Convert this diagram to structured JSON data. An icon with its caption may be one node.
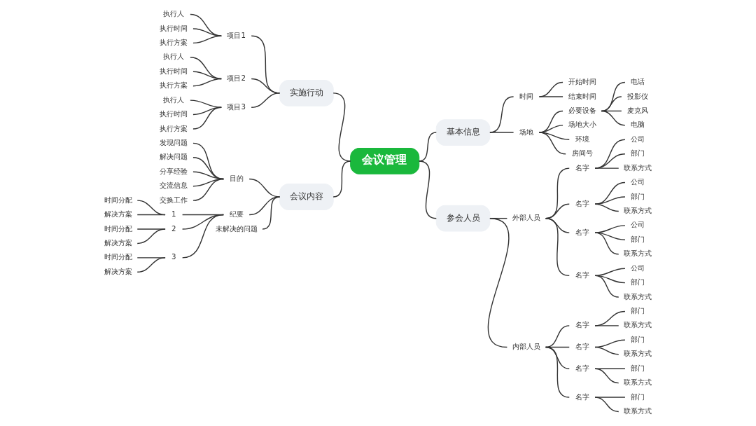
{
  "diagram": {
    "nodes": [
      {
        "text": [
          "会议管理"
        ]
      },
      {
        "text": [
          "实施行动"
        ]
      },
      {
        "text": [
          "项目1"
        ]
      },
      {
        "text": [
          "执行人"
        ]
      },
      {
        "text": [
          "执行时间"
        ]
      },
      {
        "text": [
          "执行方案"
        ]
      },
      {
        "text": [
          "项目2"
        ]
      },
      {
        "text": [
          "执行人"
        ]
      },
      {
        "text": [
          "执行时间"
        ]
      },
      {
        "text": [
          "执行方案"
        ]
      },
      {
        "text": [
          "项目3"
        ]
      },
      {
        "text": [
          "执行人"
        ]
      },
      {
        "text": [
          "执行时间"
        ]
      },
      {
        "text": [
          "执行方案"
        ]
      },
      {
        "text": [
          "会议内容"
        ]
      },
      {
        "text": [
          "目的"
        ]
      },
      {
        "text": [
          "发现问题"
        ]
      },
      {
        "text": [
          "解决问题"
        ]
      },
      {
        "text": [
          "分享经验"
        ]
      },
      {
        "text": [
          "交流信息"
        ]
      },
      {
        "text": [
          "交换工作"
        ]
      },
      {
        "text": [
          "纪要"
        ]
      },
      {
        "text": [
          "1"
        ]
      },
      {
        "text": [
          "时间分配"
        ]
      },
      {
        "text": [
          "解决方案"
        ]
      },
      {
        "text": [
          "2"
        ]
      },
      {
        "text": [
          "时间分配"
        ]
      },
      {
        "text": [
          "解决方案"
        ]
      },
      {
        "text": [
          "3"
        ]
      },
      {
        "text": [
          "时间分配"
        ]
      },
      {
        "text": [
          "解决方案"
        ]
      },
      {
        "text": [
          "未解决的问题"
        ]
      },
      {
        "text": [
          "基本信息"
        ]
      },
      {
        "text": [
          "时间"
        ]
      },
      {
        "text": [
          "开始时间"
        ]
      },
      {
        "text": [
          "结束时间"
        ]
      },
      {
        "text": [
          "场地"
        ]
      },
      {
        "text": [
          "必要设备"
        ]
      },
      {
        "text": [
          "电话"
        ]
      },
      {
        "text": [
          "投影仪"
        ]
      },
      {
        "text": [
          "麦克风"
        ]
      },
      {
        "text": [
          "电脑"
        ]
      },
      {
        "text": [
          "场地大小"
        ]
      },
      {
        "text": [
          "环境"
        ]
      },
      {
        "text": [
          "房间号"
        ]
      },
      {
        "text": [
          "参会人员"
        ]
      },
      {
        "text": [
          "外部人员"
        ]
      },
      {
        "text": [
          "名字"
        ]
      },
      {
        "text": [
          "公司"
        ]
      },
      {
        "text": [
          "部门"
        ]
      },
      {
        "text": [
          "联系方式"
        ]
      },
      {
        "text": [
          "名字"
        ]
      },
      {
        "text": [
          "公司"
        ]
      },
      {
        "text": [
          "部门"
        ]
      },
      {
        "text": [
          "联系方式"
        ]
      },
      {
        "text": [
          "名字"
        ]
      },
      {
        "text": [
          "公司"
        ]
      },
      {
        "text": [
          "部门"
        ]
      },
      {
        "text": [
          "联系方式"
        ]
      },
      {
        "text": [
          "名字"
        ]
      },
      {
        "text": [
          "公司"
        ]
      },
      {
        "text": [
          "部门"
        ]
      },
      {
        "text": [
          "联系方式"
        ]
      },
      {
        "text": [
          "内部人员"
        ]
      },
      {
        "text": [
          "名字"
        ]
      },
      {
        "text": [
          "部门"
        ]
      },
      {
        "text": [
          "联系方式"
        ]
      },
      {
        "text": [
          "名字"
        ]
      },
      {
        "text": [
          "部门"
        ]
      },
      {
        "text": [
          "联系方式"
        ]
      },
      {
        "text": [
          "名字"
        ]
      },
      {
        "text": [
          "部门"
        ]
      },
      {
        "text": [
          "联系方式"
        ]
      },
      {
        "text": [
          "名字"
        ]
      },
      {
        "text": [
          "部门"
        ]
      },
      {
        "text": [
          "联系方式"
        ]
      }
    ],
    "edges": [
      {
        "from": 1,
        "to": 0,
        "arrow": "none"
      },
      {
        "from": 2,
        "to": 1,
        "arrow": "none"
      },
      {
        "from": 3,
        "to": 2,
        "arrow": "none"
      },
      {
        "from": 4,
        "to": 2,
        "arrow": "none"
      },
      {
        "from": 5,
        "to": 2,
        "arrow": "none"
      },
      {
        "from": 6,
        "to": 1,
        "arrow": "none"
      },
      {
        "from": 7,
        "to": 6,
        "arrow": "none"
      },
      {
        "from": 8,
        "to": 6,
        "arrow": "none"
      },
      {
        "from": 9,
        "to": 6,
        "arrow": "none"
      },
      {
        "from": 10,
        "to": 1,
        "arrow": "none"
      },
      {
        "from": 11,
        "to": 10,
        "arrow": "none"
      },
      {
        "from": 12,
        "to": 10,
        "arrow": "none"
      },
      {
        "from": 13,
        "to": 10,
        "arrow": "none"
      },
      {
        "from": 14,
        "to": 0,
        "arrow": "none"
      },
      {
        "from": 15,
        "to": 14,
        "arrow": "none"
      },
      {
        "from": 16,
        "to": 15,
        "arrow": "none"
      },
      {
        "from": 17,
        "to": 15,
        "arrow": "none"
      },
      {
        "from": 18,
        "to": 15,
        "arrow": "none"
      },
      {
        "from": 19,
        "to": 15,
        "arrow": "none"
      },
      {
        "from": 20,
        "to": 15,
        "arrow": "none"
      },
      {
        "from": 21,
        "to": 14,
        "arrow": "none"
      },
      {
        "from": 22,
        "to": 21,
        "arrow": "none"
      },
      {
        "from": 23,
        "to": 22,
        "arrow": "none"
      },
      {
        "from": 24,
        "to": 22,
        "arrow": "none"
      },
      {
        "from": 25,
        "to": 21,
        "arrow": "none"
      },
      {
        "from": 26,
        "to": 25,
        "arrow": "none"
      },
      {
        "from": 27,
        "to": 25,
        "arrow": "none"
      },
      {
        "from": 28,
        "to": 21,
        "arrow": "none"
      },
      {
        "from": 29,
        "to": 28,
        "arrow": "none"
      },
      {
        "from": 30,
        "to": 28,
        "arrow": "none"
      },
      {
        "from": 31,
        "to": 14,
        "arrow": "none"
      },
      {
        "from": 0,
        "to": 32,
        "arrow": "none"
      },
      {
        "from": 32,
        "to": 33,
        "arrow": "none"
      },
      {
        "from": 33,
        "to": 34,
        "arrow": "none"
      },
      {
        "from": 33,
        "to": 35,
        "arrow": "none"
      },
      {
        "from": 32,
        "to": 36,
        "arrow": "none"
      },
      {
        "from": 36,
        "to": 37,
        "arrow": "none"
      },
      {
        "from": 37,
        "to": 38,
        "arrow": "none"
      },
      {
        "from": 37,
        "to": 39,
        "arrow": "none"
      },
      {
        "from": 37,
        "to": 40,
        "arrow": "none"
      },
      {
        "from": 37,
        "to": 41,
        "arrow": "none"
      },
      {
        "from": 36,
        "to": 42,
        "arrow": "none"
      },
      {
        "from": 36,
        "to": 43,
        "arrow": "none"
      },
      {
        "from": 36,
        "to": 44,
        "arrow": "none"
      },
      {
        "from": 0,
        "to": 45,
        "arrow": "none"
      },
      {
        "from": 45,
        "to": 46,
        "arrow": "none"
      },
      {
        "from": 46,
        "to": 47,
        "arrow": "none"
      },
      {
        "from": 47,
        "to": 48,
        "arrow": "none"
      },
      {
        "from": 47,
        "to": 49,
        "arrow": "none"
      },
      {
        "from": 47,
        "to": 50,
        "arrow": "none"
      },
      {
        "from": 46,
        "to": 51,
        "arrow": "none"
      },
      {
        "from": 51,
        "to": 52,
        "arrow": "none"
      },
      {
        "from": 51,
        "to": 53,
        "arrow": "none"
      },
      {
        "from": 51,
        "to": 54,
        "arrow": "none"
      },
      {
        "from": 46,
        "to": 55,
        "arrow": "none"
      },
      {
        "from": 55,
        "to": 56,
        "arrow": "none"
      },
      {
        "from": 55,
        "to": 57,
        "arrow": "none"
      },
      {
        "from": 55,
        "to": 58,
        "arrow": "none"
      },
      {
        "from": 46,
        "to": 59,
        "arrow": "none"
      },
      {
        "from": 59,
        "to": 60,
        "arrow": "none"
      },
      {
        "from": 59,
        "to": 61,
        "arrow": "none"
      },
      {
        "from": 59,
        "to": 62,
        "arrow": "none"
      },
      {
        "from": 45,
        "to": 63,
        "arrow": "none"
      },
      {
        "from": 63,
        "to": 64,
        "arrow": "none"
      },
      {
        "from": 64,
        "to": 65,
        "arrow": "none"
      },
      {
        "from": 64,
        "to": 66,
        "arrow": "none"
      },
      {
        "from": 63,
        "to": 67,
        "arrow": "none"
      },
      {
        "from": 67,
        "to": 68,
        "arrow": "none"
      },
      {
        "from": 67,
        "to": 69,
        "arrow": "none"
      },
      {
        "from": 63,
        "to": 70,
        "arrow": "none"
      },
      {
        "from": 70,
        "to": 71,
        "arrow": "none"
      },
      {
        "from": 70,
        "to": 72,
        "arrow": "none"
      },
      {
        "from": 63,
        "to": 73,
        "arrow": "none"
      },
      {
        "from": 73,
        "to": 74,
        "arrow": "none"
      },
      {
        "from": 73,
        "to": 75,
        "arrow": "none"
      }
    ]
  }
}
